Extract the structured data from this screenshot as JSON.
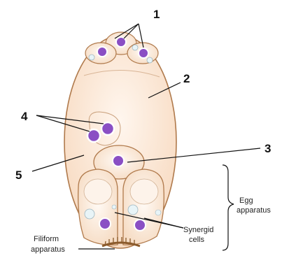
{
  "numbers": {
    "n1": "1",
    "n2": "2",
    "n3": "3",
    "n4": "4",
    "n5": "5"
  },
  "labels": {
    "egg_apparatus_line1": "Egg",
    "egg_apparatus_line2": "apparatus",
    "synergid_line1": "Synergid",
    "synergid_line2": "cells",
    "filiform_line1": "Filiform",
    "filiform_line2": "apparatus"
  },
  "colors": {
    "sac_fill": "#fdeee0",
    "sac_outline": "#b07a4c",
    "cell_fill": "#fcefe2",
    "nucleus": "#8a4fc4",
    "nucleus_ring": "#ffffff",
    "filiform": "#8b5a2b",
    "vacuole": "#e8f4f7"
  }
}
